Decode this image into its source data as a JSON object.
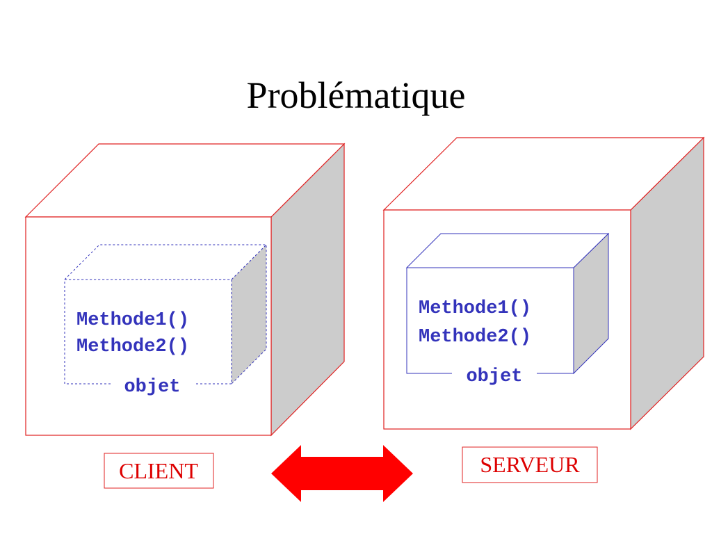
{
  "title": "Problématique",
  "client": {
    "label": "CLIENT",
    "object": {
      "methods": [
        "Methode1()",
        "Methode2()"
      ],
      "label": "objet"
    }
  },
  "server": {
    "label": "SERVEUR",
    "object": {
      "methods": [
        "Methode1()",
        "Methode2()"
      ],
      "label": "objet"
    }
  },
  "colors": {
    "outer_box": "#e02020",
    "inner_box": "#3333bb",
    "side_face": "#cccccc",
    "arrow": "#ff0000",
    "text_blue": "#3333bb",
    "label_red": "#dd0000"
  },
  "connector": "double-arrow"
}
